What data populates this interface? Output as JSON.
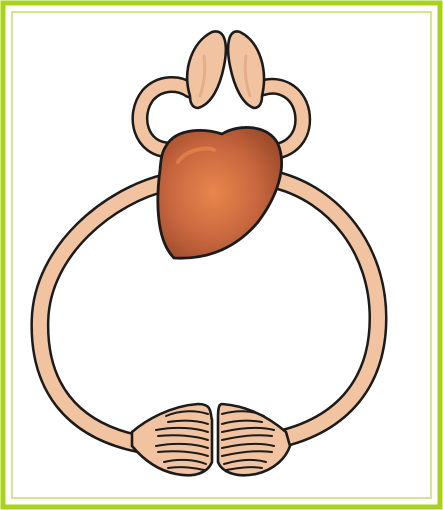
{
  "diagram": {
    "colors": {
      "frame_border": "#a8d21c",
      "inner_border": "#c9e07a",
      "background": "#ffffff",
      "vessel_fill": "#f1c3a1",
      "vessel_outline": "#1b1b1b",
      "heart_fill": "#c8673f",
      "heart_highlight": "#e9864c",
      "heart_shadow": "#a14d2d",
      "capillary_lines": "#ffffff"
    },
    "parts": [
      "lungs",
      "pulmonary-circulation-loop",
      "heart",
      "systemic-circulation-loop",
      "body-capillary-bed"
    ]
  }
}
